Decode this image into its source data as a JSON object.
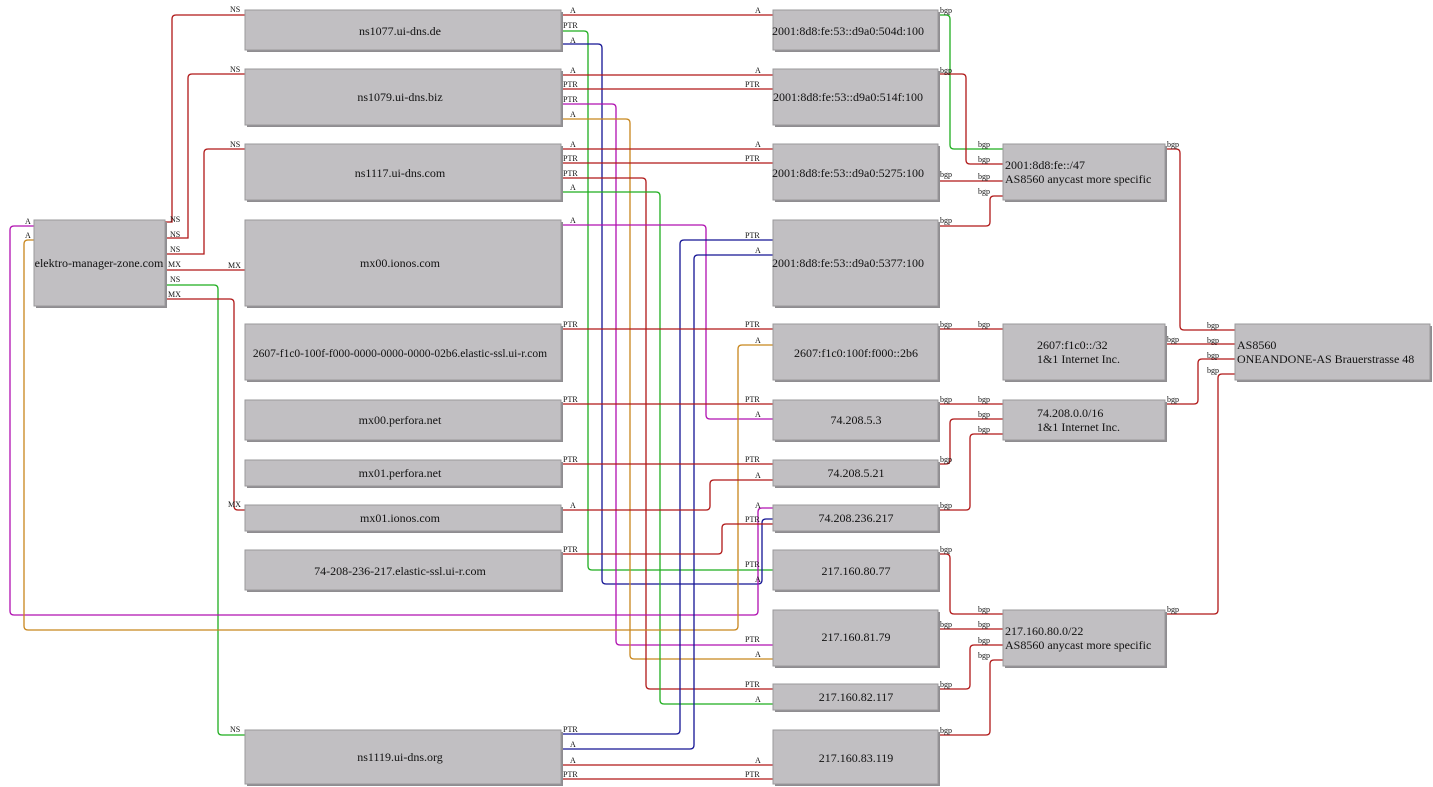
{
  "colors": {
    "red": "#b01818",
    "green": "#1fae1f",
    "blue": "#141494",
    "magenta": "#b010b0",
    "orange": "#c8861c"
  },
  "nodes": {
    "zone": "elektro-manager-zone.com",
    "ns1077": "ns1077.ui-dns.de",
    "ns1079": "ns1079.ui-dns.biz",
    "ns1117": "ns1117.ui-dns.com",
    "mx00_ionos": "mx00.ionos.com",
    "elastic_v6": "2607-f1c0-100f-f000-0000-0000-0000-02b6.elastic-ssl.ui-r.com",
    "mx00_perfora": "mx00.perfora.net",
    "mx01_perfora": "mx01.perfora.net",
    "mx01_ionos": "mx01.ionos.com",
    "elastic_v4": "74-208-236-217.elastic-ssl.ui-r.com",
    "ns1119": "ns1119.ui-dns.org",
    "ip_504d": "2001:8d8:fe:53::d9a0:504d:100",
    "ip_514f": "2001:8d8:fe:53::d9a0:514f:100",
    "ip_5275": "2001:8d8:fe:53::d9a0:5275:100",
    "ip_5377": "2001:8d8:fe:53::d9a0:5377:100",
    "ip_2b6": "2607:f1c0:100f:f000::2b6",
    "ip_74_5_3": "74.208.5.3",
    "ip_74_5_21": "74.208.5.21",
    "ip_74_236": "74.208.236.217",
    "ip_217_77": "217.160.80.77",
    "ip_217_79": "217.160.81.79",
    "ip_217_117": "217.160.82.117",
    "ip_217_119": "217.160.83.119",
    "pfx_2001_l1": "2001:8d8:fe::/47",
    "pfx_2001_l2": "AS8560 anycast more specific",
    "pfx_2607_l1": "2607:f1c0::/32",
    "pfx_2607_l2": "1&1 Internet Inc.",
    "pfx_74_l1": "74.208.0.0/16",
    "pfx_74_l2": "1&1 Internet Inc.",
    "pfx_217_l1": "217.160.80.0/22",
    "pfx_217_l2": "AS8560 anycast more specific",
    "as_l1": "AS8560",
    "as_l2": "ONEANDONE-AS Brauerstrasse 48"
  },
  "edge_labels": {
    "ns": "NS",
    "mx": "MX",
    "a": "A",
    "ptr": "PTR",
    "bgp": "bgp"
  }
}
